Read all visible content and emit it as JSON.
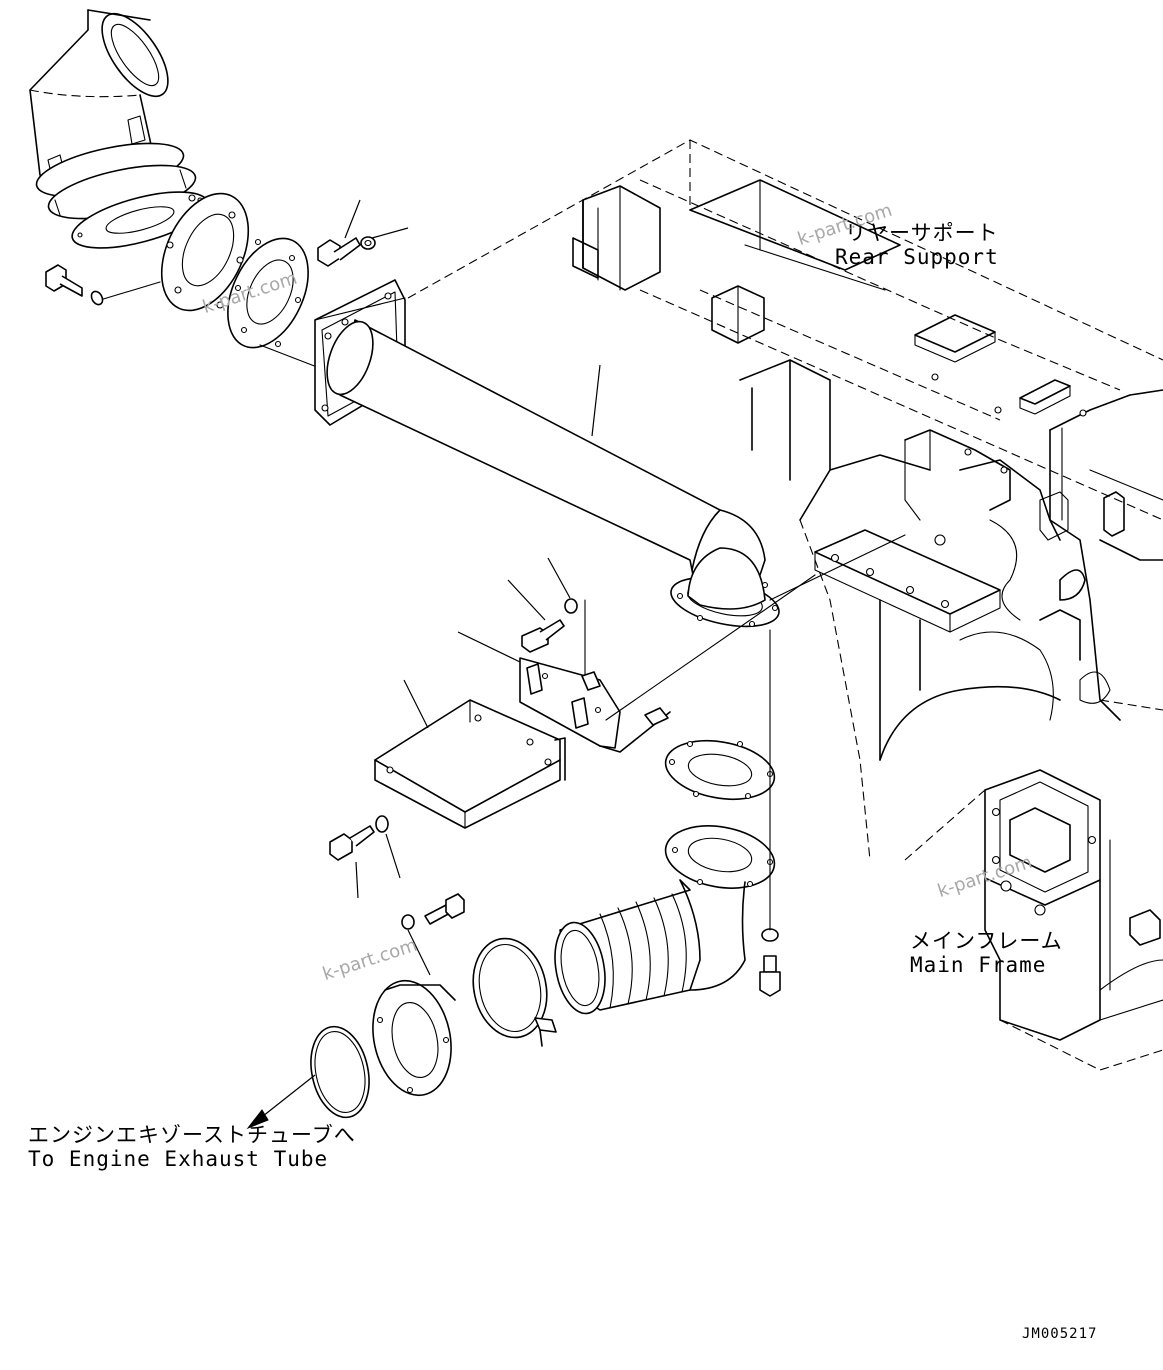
{
  "labels": {
    "rear_support_jp": "リヤーサポート",
    "rear_support_en": "Rear Support",
    "main_frame_jp": "メインフレーム",
    "main_frame_en": "Main Frame",
    "engine_tube_jp": "エンジンエキゾーストチューブへ",
    "engine_tube_en": "To Engine Exhaust Tube"
  },
  "watermarks": [
    "k-part.com",
    "k-part.com",
    "k-part.com",
    "k-part.com"
  ],
  "drawing_code": "JM005217",
  "colors": {
    "line": "#000000",
    "watermark": "#a8a8a8",
    "background": "#ffffff"
  }
}
